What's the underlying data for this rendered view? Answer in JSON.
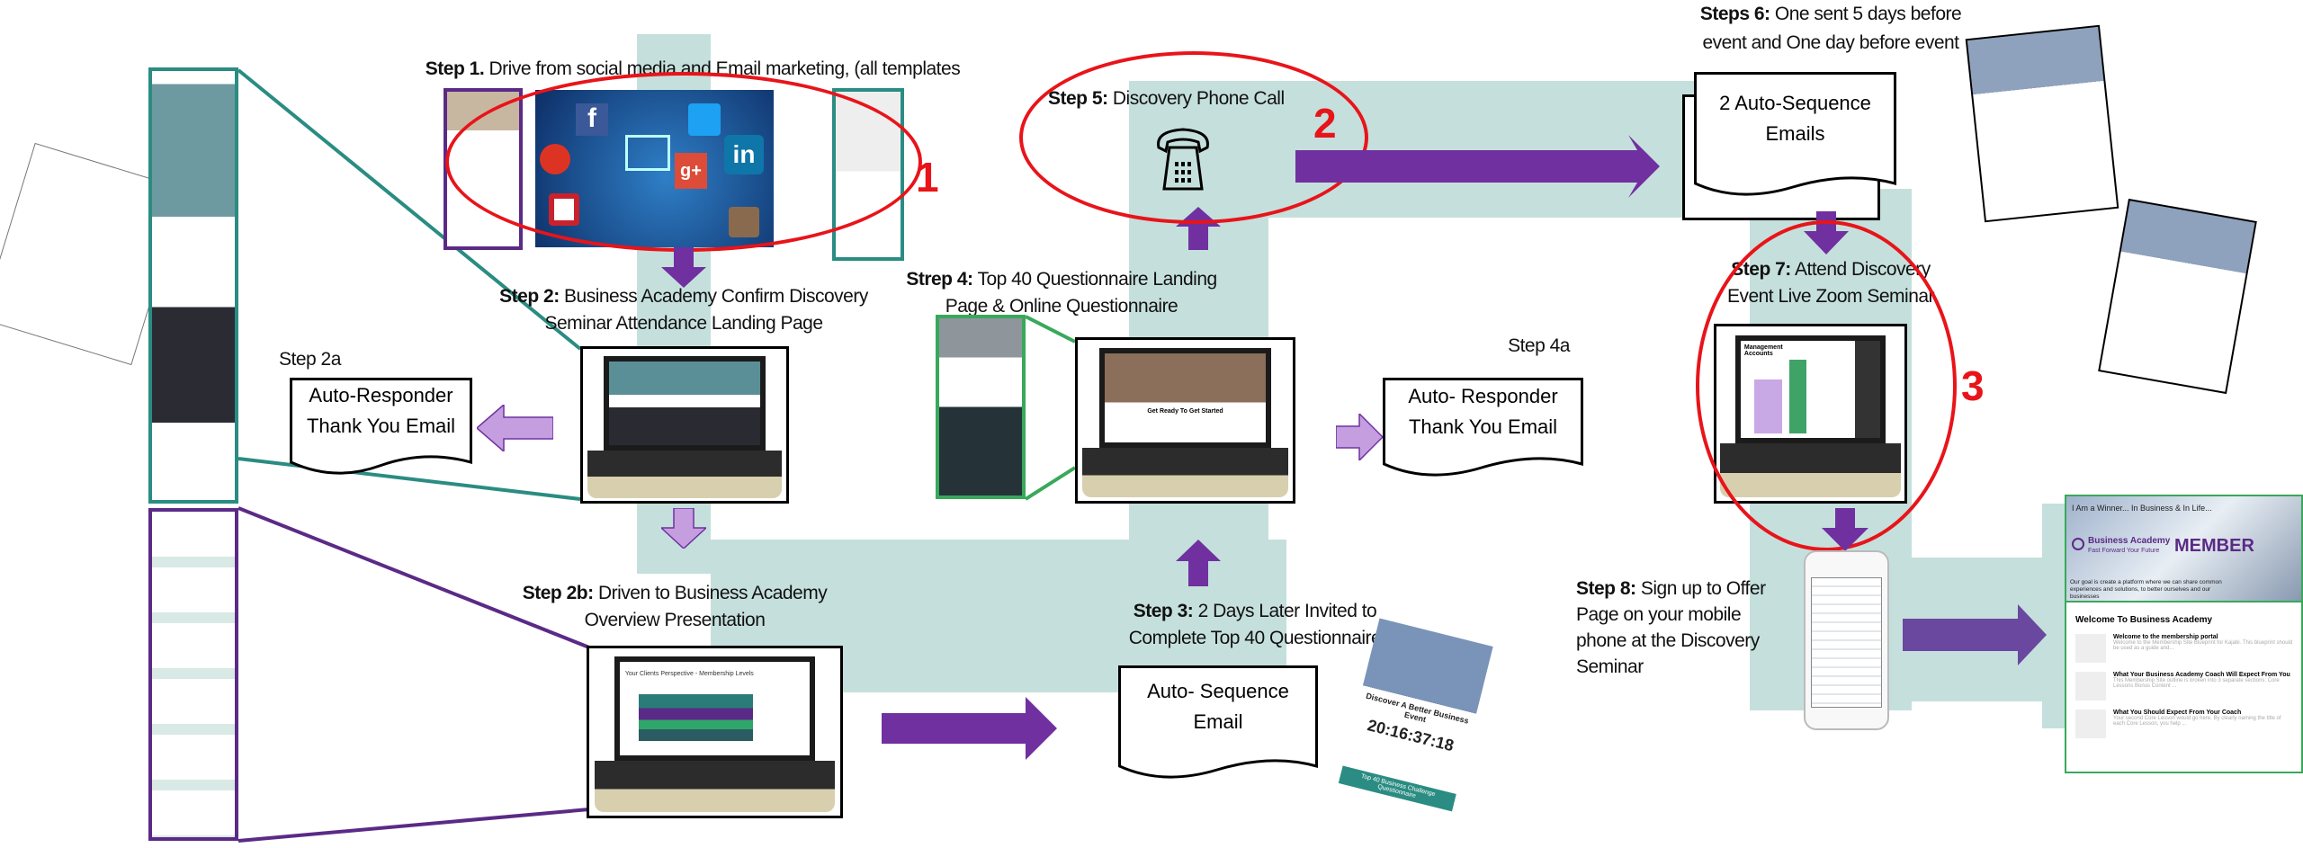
{
  "colors": {
    "band": "#c5e0dc",
    "arrow": "#7030a0",
    "arrow_light": "#c59ee0",
    "ellipse": "#e8141a",
    "teal": "#2a8c82"
  },
  "step1": {
    "label": "Step 1.",
    "text": "Drive from social media and Email marketing, (all templates"
  },
  "step2": {
    "label": "Step 2:",
    "line1": "Business Academy Confirm Discovery",
    "line2": "Seminar Attendance Landing Page"
  },
  "step2a": {
    "label": "Step 2a",
    "box": [
      "Auto-Responder",
      "Thank You Email"
    ]
  },
  "step2b": {
    "label": "Step 2b:",
    "line1": "Driven to Business Academy",
    "line2": "Overview Presentation"
  },
  "step3": {
    "label": "Step 3:",
    "line1": "2 Days Later Invited to",
    "line2": "Complete Top 40 Questionnaire",
    "box": [
      "Auto- Sequence",
      "Email"
    ]
  },
  "step4": {
    "label": "Strep 4:",
    "line1": "Top 40 Questionnaire Landing",
    "line2": "Page & Online Questionnaire"
  },
  "step4a": {
    "label": "Step 4a",
    "box": [
      "Auto- Responder",
      "Thank You Email"
    ]
  },
  "step5": {
    "label": "Step 5:",
    "text": "Discovery Phone Call"
  },
  "step6": {
    "label": "Steps 6:",
    "line1": "One sent 5 days before",
    "line2": "event and One day before event",
    "box": [
      "2 Auto-Sequence",
      "Emails"
    ]
  },
  "step7": {
    "label": "Step 7:",
    "line1": "Attend Discovery",
    "line2": "Event Live Zoom Seminar"
  },
  "step8": {
    "label": "Step 8:",
    "lines": [
      "Sign up to Offer",
      "Page on your mobile",
      "phone at the Discovery",
      "Seminar"
    ]
  },
  "markers": [
    "1",
    "2",
    "3"
  ],
  "screens": {
    "presentation_title": "Your Clients Perspective - Membership Levels",
    "zoom_title": "Management Accounts",
    "email_heading": "Discover A Better Business Event",
    "countdown": [
      "20",
      "16",
      "37",
      "18"
    ],
    "questionnaire_btn": "Top 40 Business Challenge Questionnaire",
    "landing_heading": "Get Ready To Get Started"
  },
  "membership": {
    "tagline": "I Am a Winner... In Business & In Life...",
    "brand": "Business Academy",
    "brand_sub": "Fast Forward Your Future",
    "member": "MEMBER",
    "goal": "Our goal is create a platform where we can share common experiences and solutions, to better ourselves and our businesses",
    "welcome": "Welcome To Business Academy",
    "items": [
      {
        "title": "Welcome to the membership portal",
        "desc": "Welcome to the Membership Site Blueprint for Kajabi. This blueprint should be used as a guide and..."
      },
      {
        "title": "What Your Business Academy Coach Will Expect From You",
        "desc": "This Membership Site outline is broken into 3 separate sections: Core Lessons Bonus Content ..."
      },
      {
        "title": "What You Should Expect From Your Coach",
        "desc": "Your second Core Lesson would go here. By clearly naming the title of each Core Lesson, you help ..."
      }
    ]
  }
}
